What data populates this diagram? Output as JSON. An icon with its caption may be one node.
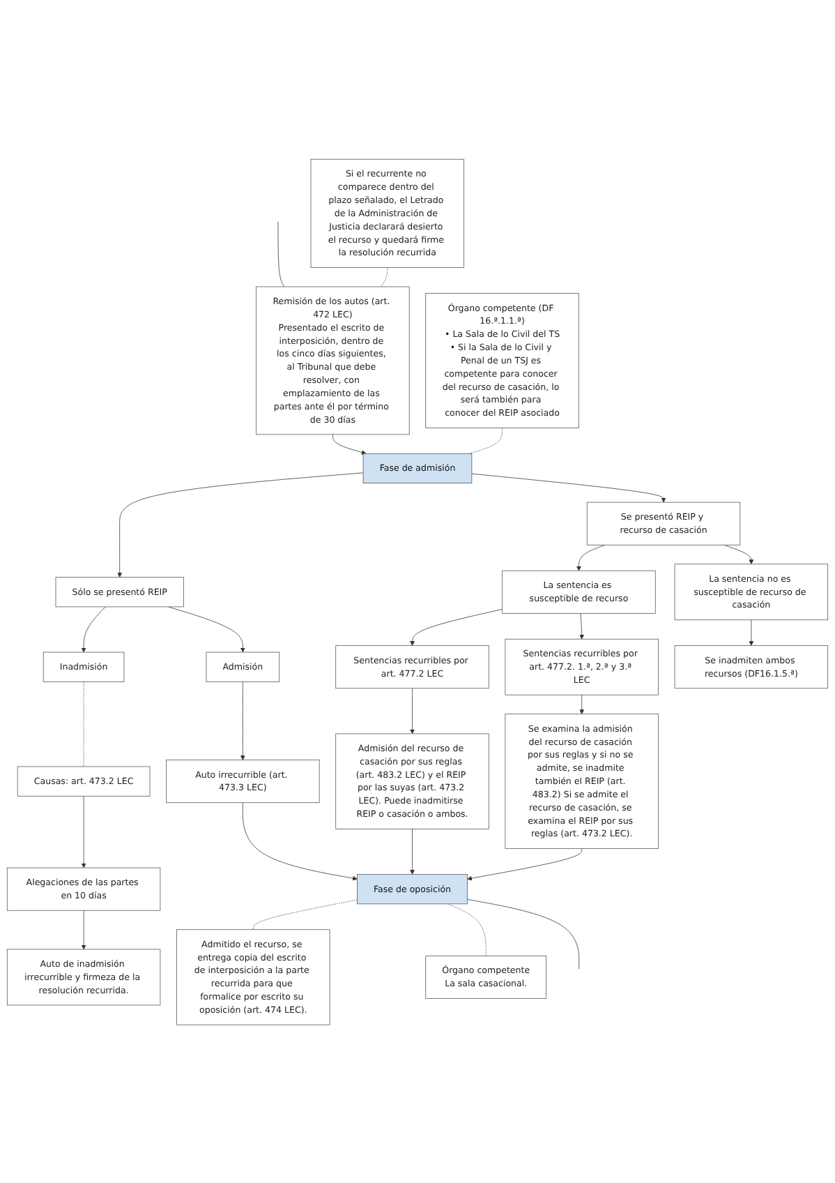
{
  "diagram": {
    "nodes": [
      {
        "text": [
          "Remisión de los autos (art. 472 LEC)",
          "Presentado el escrito de interposición, dentro de los cinco días siguientes, al Tribunal que debe resolver, con emplazamiento de las partes ante él por término de 30 días"
        ]
      },
      {
        "text": [
          "Si el recurrente no comparece dentro del plazo señalado, el Letrado de la Administración de Justicia declarará desierto el recurso y quedará firme la resolución recurrida"
        ]
      },
      {
        "text": [
          "Órgano competente (DF 16.ª.1.1.ª)",
          "• La Sala de lo Civil del TS",
          "• Si la Sala de lo Civil y Penal de un TSJ es competente para conocer del recurso de casación, lo será también para conocer del REIP asociado"
        ]
      },
      {
        "text": [
          "Fase de admisión"
        ]
      },
      {
        "text": [
          "Sólo se presentó REIP"
        ]
      },
      {
        "text": [
          "Se presentó REIP y recurso de casación"
        ]
      },
      {
        "text": [
          "Inadmisión"
        ]
      },
      {
        "text": [
          "Admisión"
        ]
      },
      {
        "text": [
          "Causas: art. 473.2 LEC"
        ]
      },
      {
        "text": [
          "Alegaciones de las partes en 10 días"
        ]
      },
      {
        "text": [
          "Auto irrecurrible (art. 473.3 LEC)"
        ]
      },
      {
        "text": [
          "Auto de inadmisión irrecurrible y firmeza de la resolución recurrida."
        ]
      },
      {
        "text": [
          "La sentencia es susceptible de recurso"
        ]
      },
      {
        "text": [
          "La sentencia no es susceptible de recurso de casación"
        ]
      },
      {
        "text": [
          "Sentencias recurribles por art. 477.2 LEC"
        ]
      },
      {
        "text": [
          "Sentencias recurribles por art. 477.2. 1.ª, 2.ª y 3.ª LEC"
        ]
      },
      {
        "text": [
          "Se inadmiten ambos recursos (DF16.1.5.ª)"
        ]
      },
      {
        "text": [
          "Admisión del recurso de casación por sus reglas (art. 483.2 LEC) y el REIP por las suyas (art. 473.2 LEC). Puede inadmitirse REIP o casación o ambos."
        ]
      },
      {
        "text": [
          "Se examina la admisión del recurso de casación por sus reglas y si no se admite, se inadmite también el REIP (art. 483.2) Si se admite el recurso de casación, se examina el REIP por sus reglas (art. 473.2 LEC)."
        ]
      },
      {
        "text": [
          "Fase de oposición"
        ]
      },
      {
        "text": [
          "Admitido el recurso, se entrega copia del escrito de interposición a la parte recurrida para que formalice por escrito su oposición (art. 474 LEC)."
        ]
      },
      {
        "text": [
          "Órgano competente",
          "La sala casacional."
        ]
      }
    ],
    "edges": [
      {
        "from": null,
        "to": 0,
        "arrow": "none"
      },
      {
        "from": 0,
        "to": 3,
        "arrow": "to"
      },
      {
        "from": 0,
        "to": 1,
        "arrow": "none",
        "style": "dashed"
      },
      {
        "from": 2,
        "to": 3,
        "arrow": "none",
        "style": "dashed"
      },
      {
        "from": 3,
        "to": 4,
        "arrow": "to"
      },
      {
        "from": 3,
        "to": 5,
        "arrow": "to"
      },
      {
        "from": 4,
        "to": 6,
        "arrow": "to"
      },
      {
        "from": 4,
        "to": 7,
        "arrow": "to"
      },
      {
        "from": 6,
        "to": 8,
        "arrow": "none",
        "style": "dashed"
      },
      {
        "from": 8,
        "to": 9,
        "arrow": "to"
      },
      {
        "from": 9,
        "to": 11,
        "arrow": "to"
      },
      {
        "from": 7,
        "to": 10,
        "arrow": "to"
      },
      {
        "from": 5,
        "to": 12,
        "arrow": "to"
      },
      {
        "from": 5,
        "to": 13,
        "arrow": "to"
      },
      {
        "from": 12,
        "to": 14,
        "arrow": "to"
      },
      {
        "from": 12,
        "to": 15,
        "arrow": "to"
      },
      {
        "from": 13,
        "to": 16,
        "arrow": "to"
      },
      {
        "from": 14,
        "to": 17,
        "arrow": "to"
      },
      {
        "from": 15,
        "to": 18,
        "arrow": "to"
      },
      {
        "from": 10,
        "to": 19,
        "arrow": "to"
      },
      {
        "from": 17,
        "to": 19,
        "arrow": "to"
      },
      {
        "from": 18,
        "to": 19,
        "arrow": "to"
      },
      {
        "from": 19,
        "to": 20,
        "arrow": "none",
        "style": "dashed"
      },
      {
        "from": 19,
        "to": 21,
        "arrow": "none",
        "style": "dashed"
      },
      {
        "from": 19,
        "to": null,
        "arrow": "none"
      }
    ]
  }
}
